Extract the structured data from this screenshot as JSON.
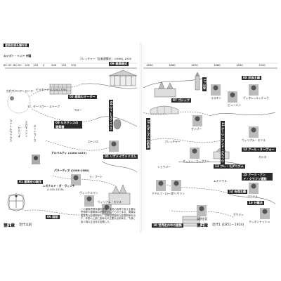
{
  "left_page": {
    "title": "建築思想系譜年表",
    "region_label": "エジプト・インド 中国",
    "timeline": [
      "BC.3C",
      "BC.5C",
      "100",
      "150",
      "0",
      "100",
      "150",
      "200"
    ],
    "timeline_right": [
      "フレッチャー『比較建築史』(1896), 1905"
    ],
    "tag_09": "09 建築様式",
    "tag_02": "02 建築のオーダー",
    "tag_03": "03 ルネサンスの建築書",
    "tag_01": "01 建築史の誕生",
    "tag_04_v": "04 ヴィトルヴィウス",
    "tag_05": "05 リヴァイヴァリズム",
    "tag_06": "06 図版",
    "labels": {
      "piranesi": "ピラネージ (1720-1778)",
      "tc": "T.C. ゼーリガー・ストープ",
      "ancient": "古代ギリシア・ローマ",
      "alberti": "アルベルティ (1404-1472)",
      "palladio": "パラーディオ (1508-1580)",
      "leonardo": "レオナルド・ダ・ヴィンチ",
      "leonardo_years": "(1452-1519)",
      "vitruvius": "ウィトルウィウス",
      "serlio": "セルリオ",
      "scamozzi": "スカモッツィ",
      "vignola": "ヴィニョーラ",
      "perrault": "ペロー",
      "laugier": "ロージエ",
      "winckelmann": "ヴィンケルマン",
      "william_morris": "ウィリアム・モリス",
      "laputa": "ラ・プート",
      "rome": "ローマ"
    },
    "chapter": "第1章",
    "chapter_sub": "近代以前",
    "note": "この建築思想系譜年表は、本書の各章で扱う主要な思想家や建築家の関係を示したものである。実線は直接的な影響関係を、点線は間接的な影響関係を示す。年表の上部に各時代の主要な出来事を、下部に各人物の生没年を配置した。"
  },
  "right_page": {
    "timeline": [
      "1850",
      "1860",
      "1870",
      "1880",
      "1890",
      "1900"
    ],
    "tag_08": "08 民族主義",
    "tag_07": "07 ゴシック",
    "tag_10": "10 世界史の中の建築",
    "tag_11_v": "11 アーツ・アンド・クラフツ",
    "tag_12": "12 アール・ヌーヴォー",
    "tag_13": "13 プレ・モダニズム",
    "tag_14": "14 合理主義",
    "tag_15": "15 アーツ・アンド・クラフツ運動",
    "tag_16": "16 分離派",
    "tag_17_v": "17 日本",
    "tag_18_v": "18 モダニズムの前夜",
    "labels": {
      "ruskin": "ラスキン",
      "pugin": "ピュージン",
      "viollet": "ヴィオレ=ル=デュク",
      "semper": "ゼンパー",
      "morris": "ウィリアム・モリス",
      "wagner": "オットー・ワーグナー",
      "loos": "アドルフ・ロース",
      "sullivan": "サリヴァン",
      "horta": "オルタ",
      "conder": "コンドル",
      "tatsuno": "辰野金吾",
      "mackintosh": "マッキントッシュ",
      "fletcher": "フレッチャー",
      "choisy": "ショワジー",
      "muthesius": "ムテジウス",
      "gaudi": "ガウディ"
    },
    "chapter": "第2章",
    "chapter_sub": "近代1 (1851－1914)"
  }
}
